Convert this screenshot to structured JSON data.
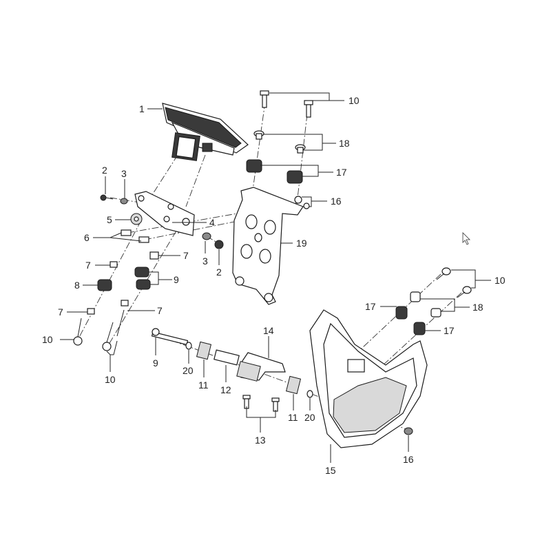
{
  "callouts": [
    {
      "id": "c1",
      "text": "1"
    },
    {
      "id": "c2a",
      "text": "2"
    },
    {
      "id": "c3a",
      "text": "3"
    },
    {
      "id": "c4",
      "text": "4"
    },
    {
      "id": "c5",
      "text": "5"
    },
    {
      "id": "c6",
      "text": "6"
    },
    {
      "id": "c7a",
      "text": "7"
    },
    {
      "id": "c7b",
      "text": "7"
    },
    {
      "id": "c7c",
      "text": "7"
    },
    {
      "id": "c7d",
      "text": "7"
    },
    {
      "id": "c8",
      "text": "8"
    },
    {
      "id": "c9a",
      "text": "9"
    },
    {
      "id": "c3b",
      "text": "3"
    },
    {
      "id": "c2b",
      "text": "2"
    },
    {
      "id": "c10a",
      "text": "10"
    },
    {
      "id": "c10b",
      "text": "10"
    },
    {
      "id": "c10c",
      "text": "10"
    },
    {
      "id": "c10d",
      "text": "10"
    },
    {
      "id": "c18a",
      "text": "18"
    },
    {
      "id": "c17a",
      "text": "17"
    },
    {
      "id": "c16a",
      "text": "16"
    },
    {
      "id": "c19",
      "text": "19"
    },
    {
      "id": "c9b",
      "text": "9"
    },
    {
      "id": "c20a",
      "text": "20"
    },
    {
      "id": "c11a",
      "text": "11"
    },
    {
      "id": "c12",
      "text": "12"
    },
    {
      "id": "c14",
      "text": "14"
    },
    {
      "id": "c13",
      "text": "13"
    },
    {
      "id": "c11b",
      "text": "11"
    },
    {
      "id": "c20b",
      "text": "20"
    },
    {
      "id": "c15",
      "text": "15"
    },
    {
      "id": "c16b",
      "text": "16"
    },
    {
      "id": "c17b",
      "text": "17"
    },
    {
      "id": "c18b",
      "text": "18"
    },
    {
      "id": "c17c",
      "text": "17"
    }
  ]
}
